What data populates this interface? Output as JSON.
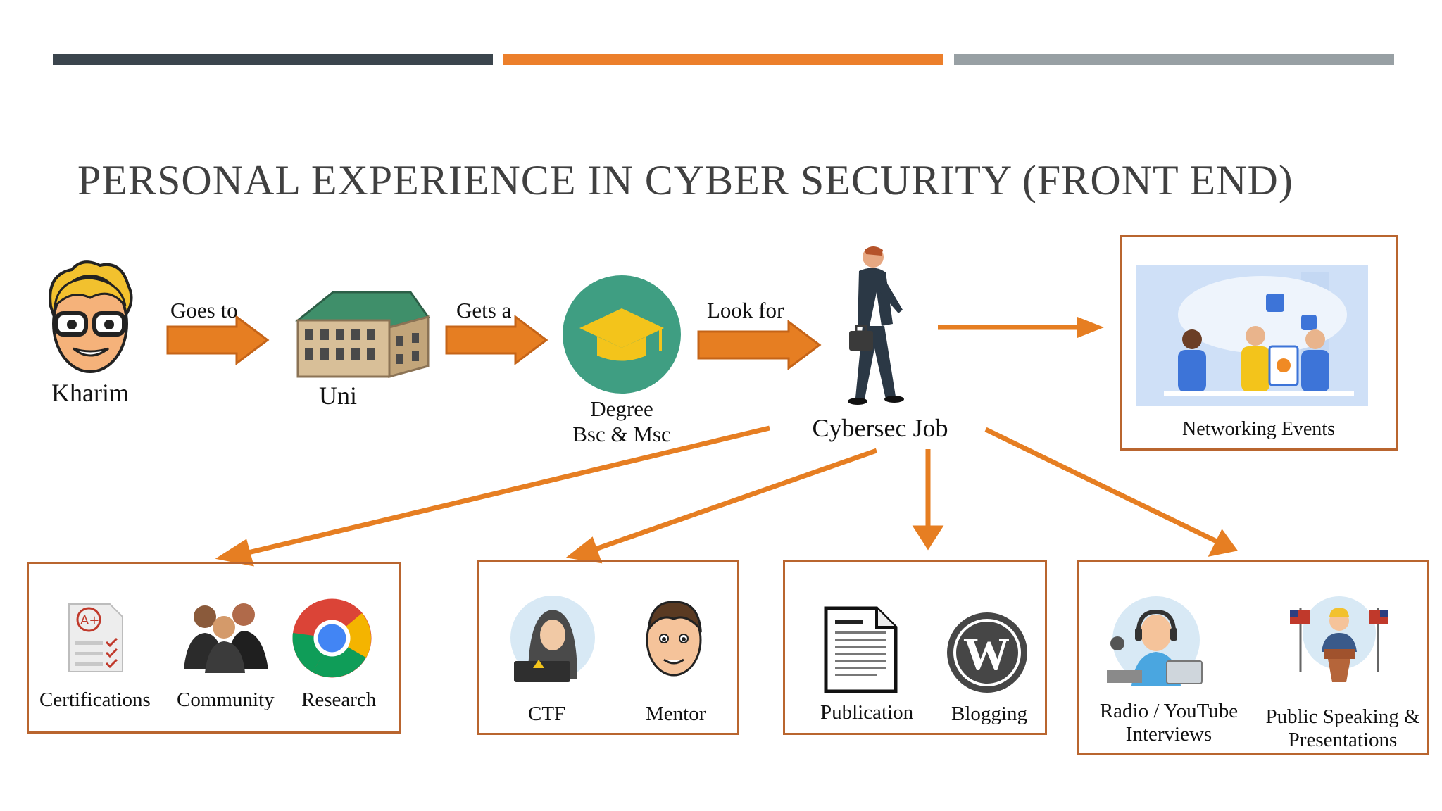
{
  "top_bars": {
    "colors": [
      "#3b454d",
      "#ec7f2b",
      "#98a0a4"
    ]
  },
  "title": "PERSONAL EXPERIENCE IN CYBER SECURITY (FRONT END)",
  "flow": {
    "person": "Kharim",
    "edge1": "Goes to",
    "uni": "Uni",
    "edge2": "Gets a",
    "degree_line1": "Degree",
    "degree_line2": "Bsc & Msc",
    "edge3": "Look for",
    "job": "Cybersec Job"
  },
  "networking": {
    "label": "Networking Events"
  },
  "groups": {
    "g1": {
      "items": [
        "Certifications",
        "Community",
        "Research"
      ]
    },
    "g2": {
      "items": [
        "CTF",
        "Mentor"
      ]
    },
    "g3": {
      "items": [
        "Publication",
        "Blogging"
      ]
    },
    "g4": {
      "item1_line1": "Radio / YouTube",
      "item1_line2": "Interviews",
      "item2_line1": "Public Speaking &",
      "item2_line2": "Presentations"
    }
  },
  "colors": {
    "arrow": "#e67e22",
    "box_border": "#b9652f",
    "degree_circle": "#3f9e82",
    "cap": "#f3c41b"
  }
}
